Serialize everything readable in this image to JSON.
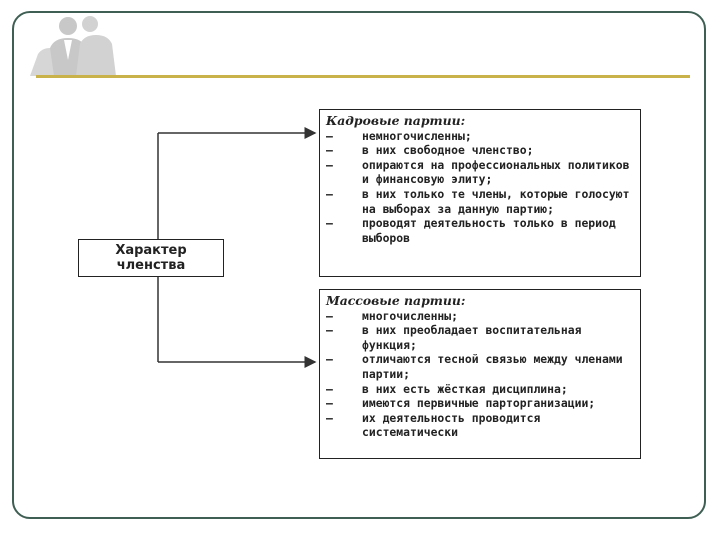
{
  "diagram": {
    "center_label": "Характер\nчленства",
    "dash": "—",
    "cadre": {
      "title": "Кадровые партии:",
      "items": [
        "немногочисленны;",
        "в них свободное членство;",
        "опираются на профессиональных политиков и финансовую элиту;",
        "в них только те члены, которые голосуют на выборах за данную партию;",
        "проводят деятельность только в период выборов"
      ]
    },
    "mass": {
      "title": "Массовые партии:",
      "items": [
        "многочисленны;",
        "в них преобладает воспитательная функция;",
        "отличаются тесной связью между членами партии;",
        "в них есть жёсткая дисциплина;",
        "имеются первичные парторганизации;",
        "их деятельность проводится систематически"
      ]
    }
  },
  "colors": {
    "frame": "#3f5f55",
    "accent": "#c9b24a",
    "logo": "#c8c8c8"
  }
}
